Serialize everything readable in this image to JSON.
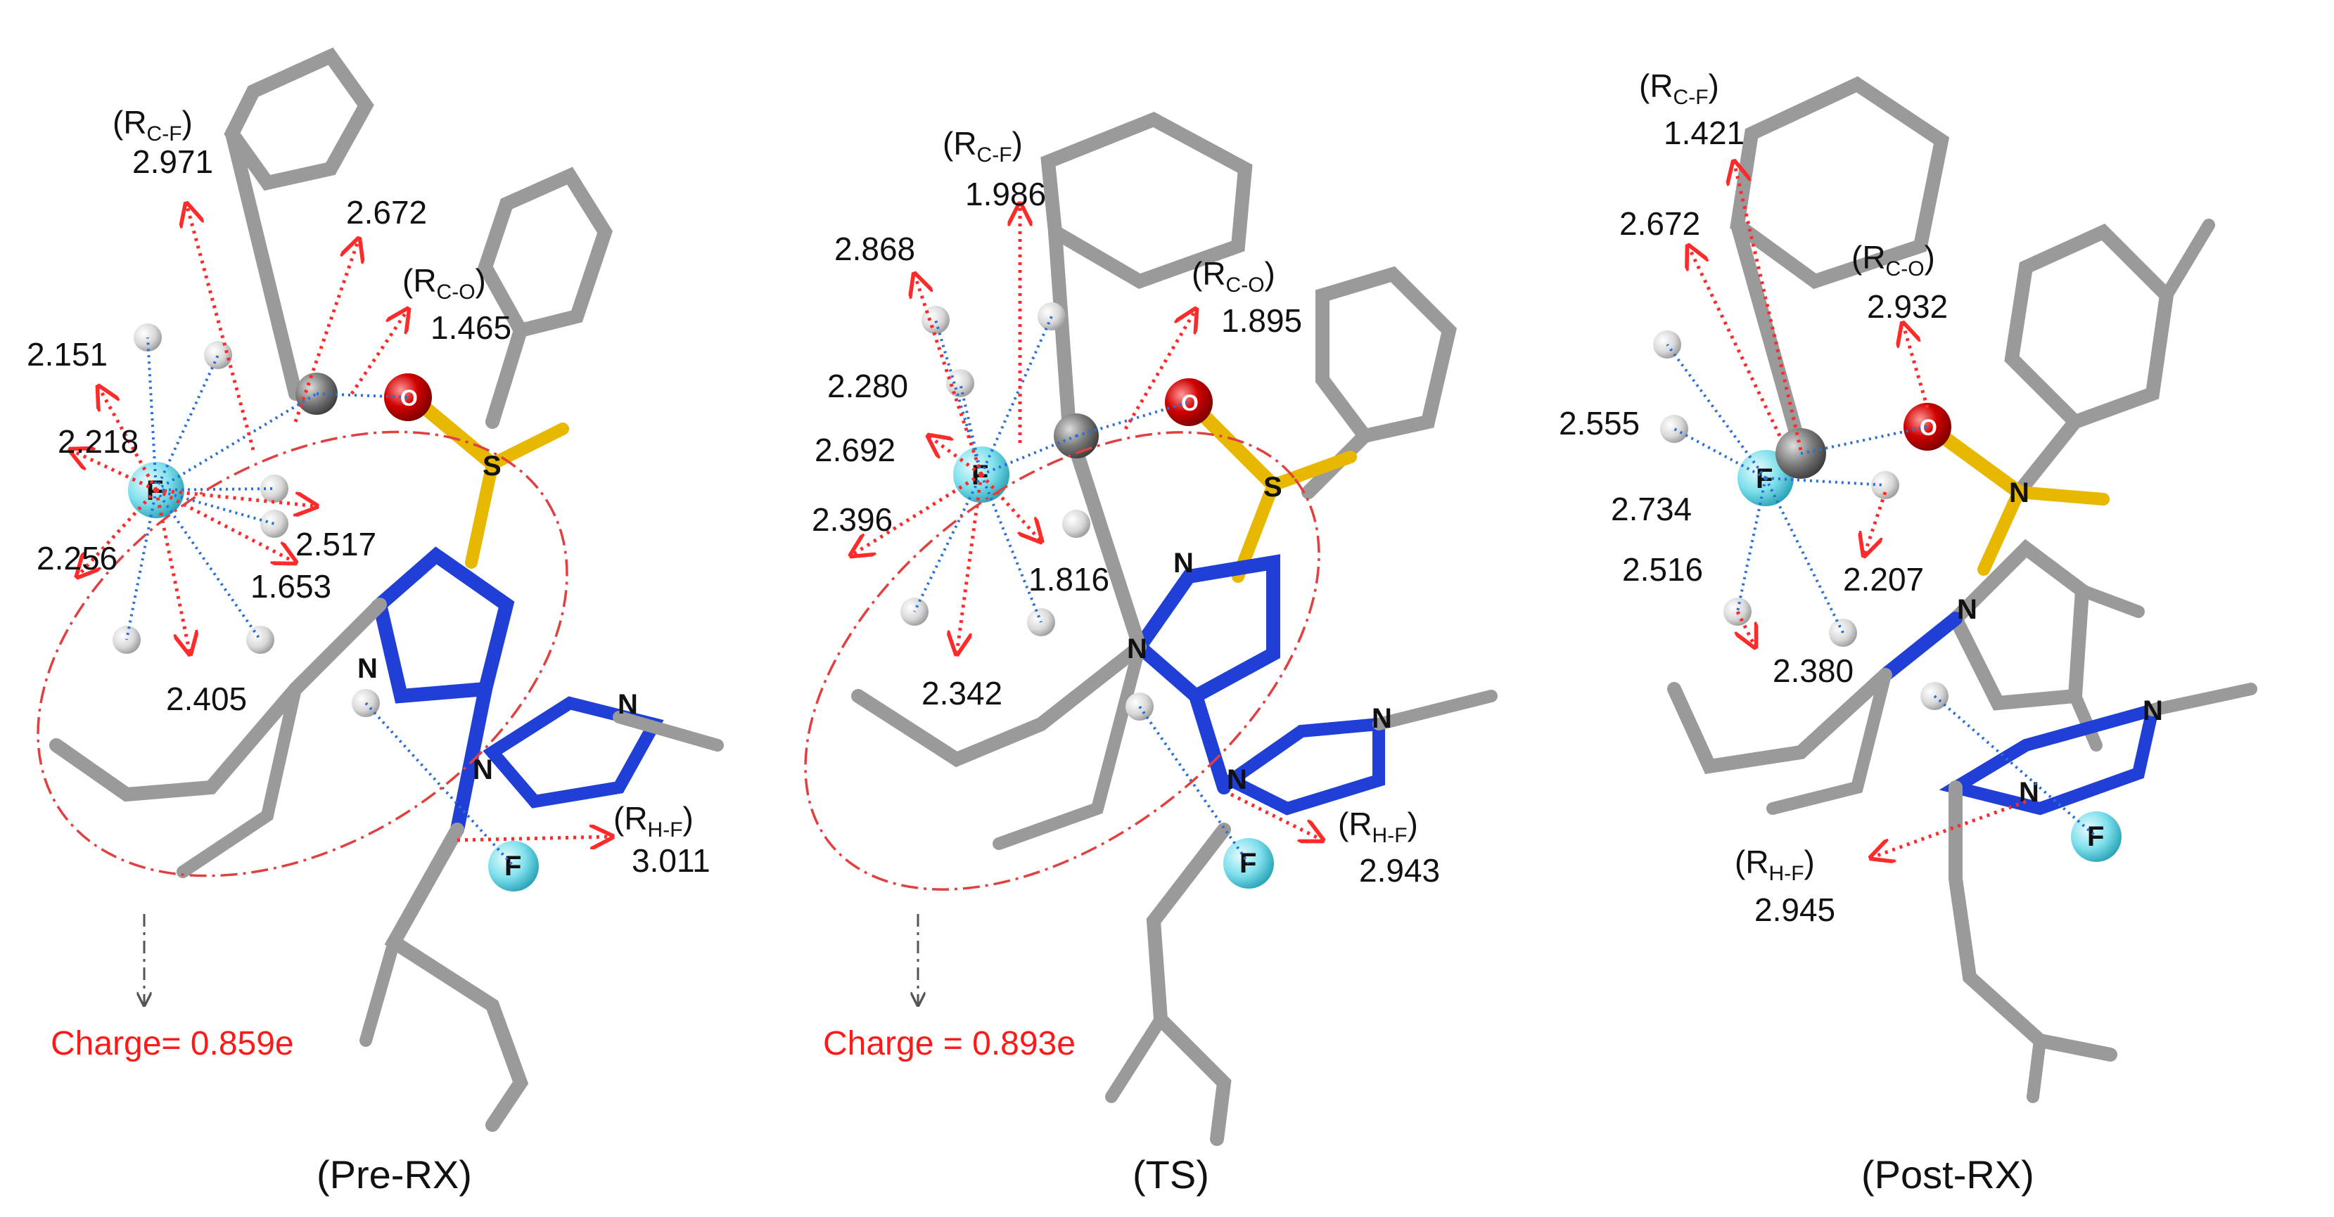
{
  "panels": [
    {
      "caption": "(Pre-RX)",
      "labels": {
        "rcf_tag": "C-F",
        "rcf_val": "2.971",
        "rco_tag": "C-O",
        "rco_val": "1.465",
        "rhf_tag": "H-F",
        "rhf_val": "3.011",
        "d1": "2.672",
        "d2": "2.151",
        "d3": "2.218",
        "d4": "2.256",
        "d5": "2.517",
        "d6": "1.653",
        "d7": "2.405"
      },
      "charge": "Charge= 0.859e"
    },
    {
      "caption": "(TS)",
      "labels": {
        "rcf_tag": "C-F",
        "rcf_val": "1.986",
        "rco_tag": "C-O",
        "rco_val": "1.895",
        "rhf_tag": "H-F",
        "rhf_val": "2.943",
        "d1": "2.868",
        "d2": "2.280",
        "d3": "2.692",
        "d4": "2.396",
        "d5": "1.816",
        "d6": "2.342"
      },
      "charge": "Charge = 0.893e"
    },
    {
      "caption": "(Post-RX)",
      "labels": {
        "rcf_tag": "C-F",
        "rcf_val": "1.421",
        "rco_tag": "C-O",
        "rco_val": "2.932",
        "rhf_tag": "H-F",
        "rhf_val": "2.945",
        "d1": "2.672",
        "d2": "2.555",
        "d3": "2.734",
        "d4": "2.516",
        "d5": "2.207",
        "d6": "2.380"
      }
    }
  ],
  "atoms": {
    "F": "F",
    "O": "O",
    "S": "S",
    "N": "N"
  },
  "colors": {
    "bond": "#9a9a9a",
    "bond_dark": "#6e6e6e",
    "nitrogen": "#1f3fd6",
    "oxygen": "#d00000",
    "sulfur": "#e8b800",
    "fluorine": "#7fe0ec",
    "arrow": "#ff2a2a",
    "contact": "#2b6fd6",
    "ellipse": "#e04040"
  }
}
